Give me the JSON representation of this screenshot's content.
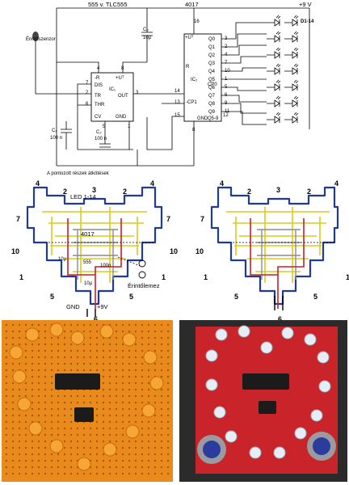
{
  "schematic": {
    "chip1_label": "555 v. TLC555",
    "chip2_label": "4017",
    "supply": "+9 V",
    "led_group": "D1-14",
    "sensor": "Érintőszenzor",
    "ic1": "IC₁",
    "ic2": "IC₂",
    "c1": "C₁",
    "c1_val": "100 n",
    "c2": "C₂",
    "c2_val": "100 n",
    "c3": "C₃",
    "c3_val": "10μ",
    "ic1_pins": {
      "reset": "-R",
      "vcc": "+Uᵀ",
      "dis": "DIS",
      "tr": "TR",
      "thr": "THR",
      "cv": "CV",
      "out": "OUT",
      "gnd": "GND"
    },
    "ic1_pin_numbers": [
      "4",
      "8",
      "7",
      "2",
      "6",
      "3",
      "5",
      "1"
    ],
    "ic2_pins": {
      "vcc": "+Uᵀ",
      "r": "R",
      "cp0": "CP0",
      "cp1": "-CP1",
      "gnd": "GND",
      "q59": "Q5-9"
    },
    "ic2_pin_numbers": [
      "16",
      "14",
      "13",
      "15",
      "8",
      "12"
    ],
    "ic2_outputs": [
      "Q0",
      "Q1",
      "Q2",
      "Q3",
      "Q4",
      "Q5",
      "Q6",
      "Q7",
      "Q8",
      "Q9"
    ],
    "ic2_output_pins": [
      "3",
      "2",
      "4",
      "7",
      "10",
      "1",
      "5",
      "6",
      "9",
      "11"
    ]
  },
  "layout_left": {
    "caption": "A pontozott részek átkötések",
    "led_label": "LED 1-14",
    "chip_label": "4017",
    "cap_a": "10µ",
    "cap_b": "100n",
    "chip555": "555",
    "cap_c": "10µ",
    "touch": "Érintőlemez",
    "gnd": "GND",
    "vplus": "+9V",
    "numbers_top": [
      "4",
      "2",
      "3",
      "2",
      "4"
    ],
    "numbers_side_left": [
      "7",
      "10",
      "1"
    ],
    "numbers_side_right": [
      "7",
      "10",
      "1"
    ],
    "numbers_bottom": [
      "5",
      "6",
      "5"
    ]
  },
  "layout_right": {
    "numbers_top": [
      "4",
      "2",
      "3",
      "2",
      "4"
    ],
    "numbers_side_left": [
      "7",
      "10",
      "1"
    ],
    "numbers_side_right": [
      "7",
      "10",
      "1"
    ],
    "numbers_bottom": [
      "5",
      "6",
      "5"
    ]
  },
  "photos": {
    "left_board_color": "#e88a1c",
    "right_board_color": "#c8242a"
  }
}
